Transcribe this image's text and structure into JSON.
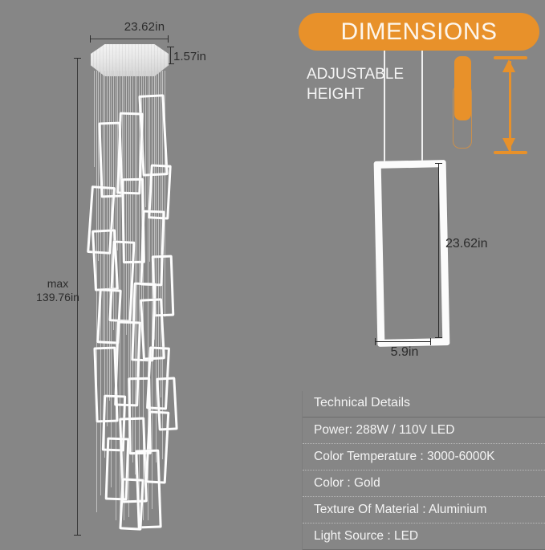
{
  "background_color": "#868686",
  "accent_color": "#E8912A",
  "left_panel": {
    "width_label": "23.62in",
    "thickness_label": "1.57in",
    "max_height_label": "max\n139.76in",
    "max_height_line1": "max",
    "max_height_line2": "139.76in"
  },
  "right_panel": {
    "banner_title": "DIMENSIONS",
    "adjustable_label_line1": "ADJUSTABLE",
    "adjustable_label_line2": "HEIGHT",
    "fixture_height_label": "23.62in",
    "fixture_width_label": "5.9in"
  },
  "tech_details": {
    "title": "Technical Details",
    "rows": [
      "Power:   288W / 110V  LED",
      "Color Temperature : 3000-6000K",
      "Color : Gold",
      "Texture Of Material : Aluminium",
      "Light Source : LED"
    ]
  }
}
